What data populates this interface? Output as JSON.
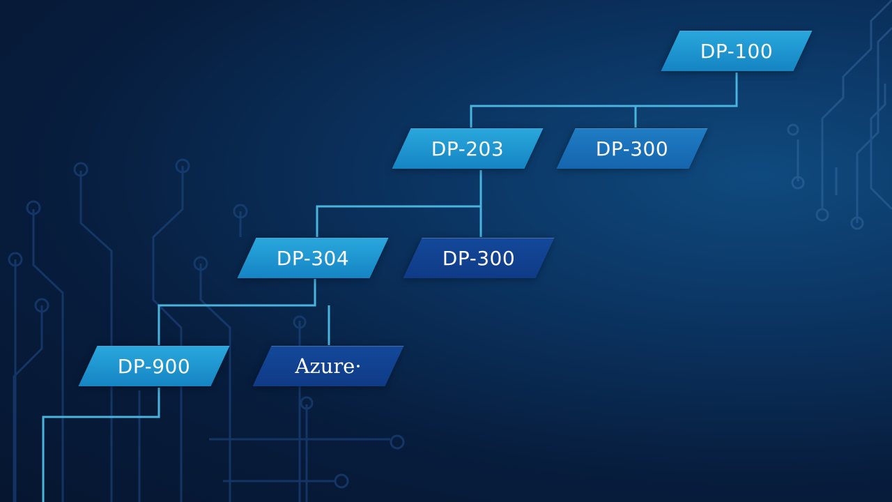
{
  "nodes": {
    "dp100": "DP-100",
    "dp203": "DP-203",
    "dp300_top": "DP-300",
    "dp304": "DP-304",
    "dp300_mid": "DP-300",
    "dp900": "DP-900",
    "azure": "Azure·"
  },
  "colors": {
    "connector": "#49b4de",
    "node_light": "#1e97d2",
    "node_mid": "#1a70b8",
    "node_dark": "#123f8e",
    "background": "#071d3d"
  }
}
